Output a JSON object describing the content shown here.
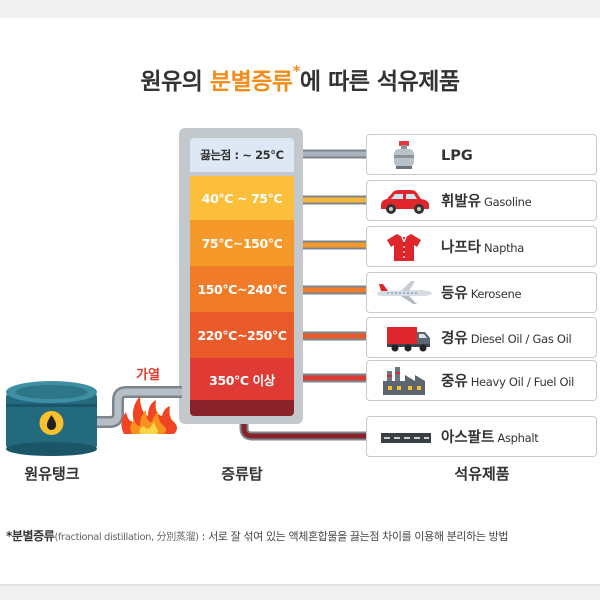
{
  "title": {
    "prefix": "원유의 ",
    "highlight": "분별증류",
    "mark": "*",
    "suffix": "에 따른 석유제품"
  },
  "bands": [
    {
      "label": "끓는점 : ~ 25°C",
      "color": "#dde8f4"
    },
    {
      "label": "40°C ~ 75°C",
      "color": "#fbbf3c"
    },
    {
      "label": "75°C~150°C",
      "color": "#f59a2a"
    },
    {
      "label": "150°C~240°C",
      "color": "#f07c2a"
    },
    {
      "label": "220°C~250°C",
      "color": "#ea5b2c"
    },
    {
      "label": "350°C 이상",
      "color": "#df3a33"
    }
  ],
  "residue_color": "#8a2329",
  "pipe_colors": [
    "#a9b4bf",
    "#f5b53a",
    "#f39a2b",
    "#ef7d2b",
    "#e85b2c",
    "#dc3b33",
    "#8a2329"
  ],
  "products": [
    {
      "ko": "LPG",
      "en": "",
      "icon": "gas-cylinder-icon"
    },
    {
      "ko": "휘발유",
      "en": "Gasoline",
      "icon": "car-icon"
    },
    {
      "ko": "나프타",
      "en": "Naptha",
      "icon": "shirt-icon"
    },
    {
      "ko": "등유",
      "en": "Kerosene",
      "icon": "airplane-icon"
    },
    {
      "ko": "경유",
      "en": "Diesel Oil / Gas Oil",
      "icon": "truck-icon"
    },
    {
      "ko": "중유",
      "en": "Heavy Oil / Fuel Oil",
      "icon": "factory-icon"
    },
    {
      "ko": "아스팔트",
      "en": "Asphalt",
      "icon": "road-icon"
    }
  ],
  "labels": {
    "tank": "원유탱크",
    "tower": "증류탑",
    "products": "석유제품",
    "heat": "가열"
  },
  "footnote": {
    "term": "*분별증류",
    "paren": "(fractional distillation, 分別蒸溜)",
    "sep": " : ",
    "text": "서로 잘 섞여 있는 액체혼합물을 끓는점 차이를 이용해 분리하는 방법"
  }
}
